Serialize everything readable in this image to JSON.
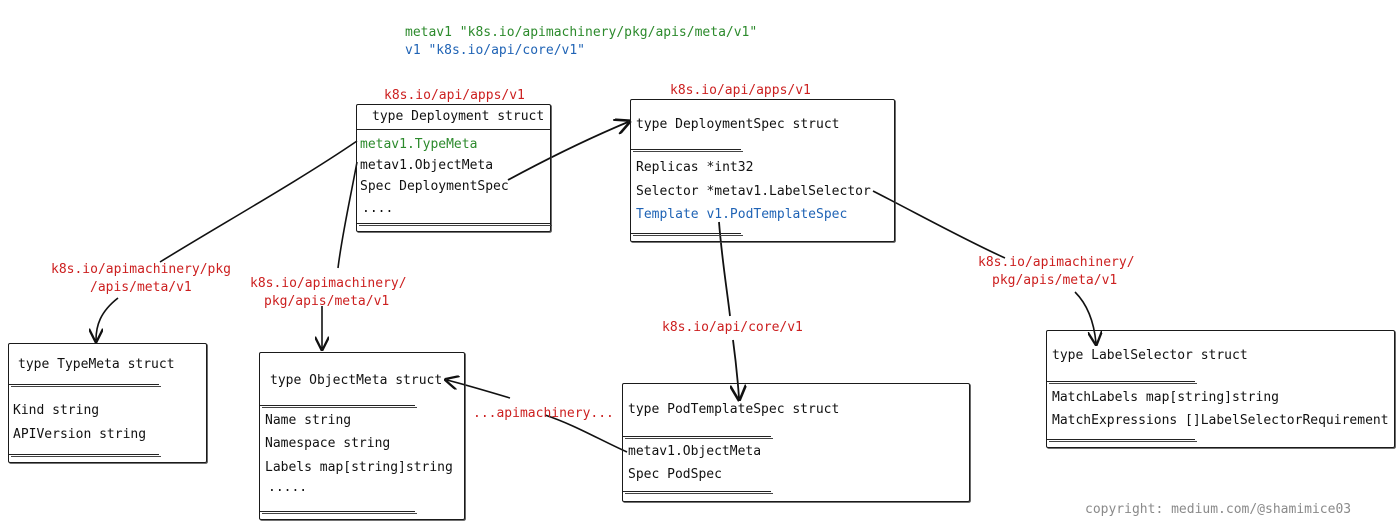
{
  "legend": {
    "metav1": "metav1 \"k8s.io/apimachinery/pkg/apis/meta/v1\"",
    "v1": "v1 \"k8s.io/api/core/v1\""
  },
  "deployment": {
    "package": "k8s.io/api/apps/v1",
    "title": "type Deployment struct",
    "fields": [
      "metav1.TypeMeta",
      "metav1.ObjectMeta",
      "Spec DeploymentSpec",
      "...."
    ]
  },
  "deployment_spec": {
    "package": "k8s.io/api/apps/v1",
    "title": "type DeploymentSpec struct",
    "fields": [
      "Replicas *int32",
      "Selector *metav1.LabelSelector",
      "Template v1.PodTemplateSpec"
    ]
  },
  "type_meta": {
    "package_line1": "k8s.io/apimachinery/pkg",
    "package_line2": "/apis/meta/v1",
    "title": "type TypeMeta struct",
    "fields": [
      "Kind string",
      "APIVersion string"
    ]
  },
  "object_meta": {
    "package_line1": "k8s.io/apimachinery/",
    "package_line2": "pkg/apis/meta/v1",
    "title": "type ObjectMeta struct",
    "fields": [
      "Name string",
      "Namespace string",
      "Labels map[string]string",
      "....."
    ]
  },
  "pod_template_spec": {
    "package": "k8s.io/api/core/v1",
    "title": "type PodTemplateSpec struct",
    "fields": [
      "metav1.ObjectMeta",
      "Spec PodSpec"
    ],
    "link_label": "...apimachinery..."
  },
  "label_selector": {
    "package_line1": "k8s.io/apimachinery/",
    "package_line2": "pkg/apis/meta/v1",
    "title": "type LabelSelector struct",
    "fields": [
      "MatchLabels map[string]string",
      "MatchExpressions []LabelSelectorRequirement"
    ]
  },
  "copyright": "copyright: medium.com/@shamimice03",
  "colors": {
    "package_label": "#cc1f1f",
    "metav1_highlight": "#2c8a2c",
    "v1_highlight": "#1f63b5",
    "border": "#1a1a1a"
  }
}
